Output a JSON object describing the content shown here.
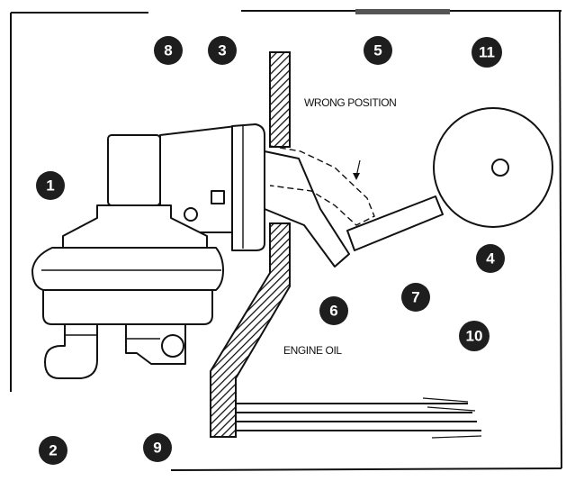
{
  "labels": {
    "wrong_position": "WRONG POSITION",
    "engine_oil": "ENGINE OIL"
  },
  "callouts": [
    {
      "id": "1",
      "text": "1"
    },
    {
      "id": "2",
      "text": "2"
    },
    {
      "id": "3",
      "text": "3"
    },
    {
      "id": "4",
      "text": "4"
    },
    {
      "id": "5",
      "text": "5"
    },
    {
      "id": "6",
      "text": "6"
    },
    {
      "id": "7",
      "text": "7"
    },
    {
      "id": "8",
      "text": "8"
    },
    {
      "id": "9",
      "text": "9"
    },
    {
      "id": "10",
      "text": "10"
    },
    {
      "id": "11",
      "text": "11"
    }
  ],
  "colors": {
    "ink": "#111111",
    "callout_fill": "#1e1e1e",
    "background": "#ffffff"
  }
}
